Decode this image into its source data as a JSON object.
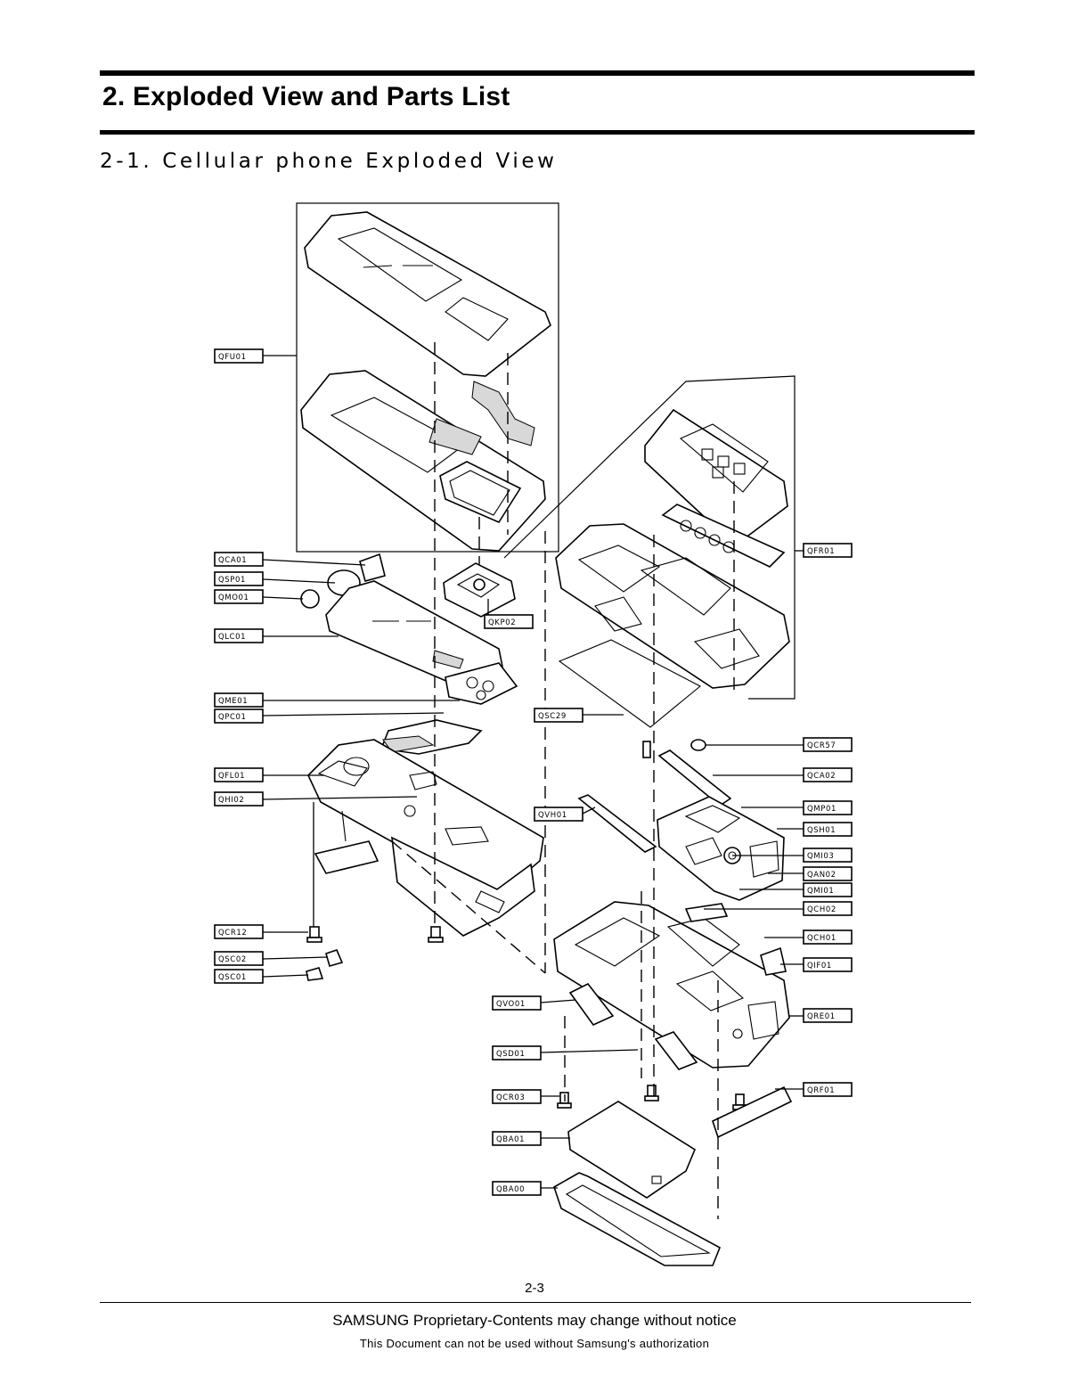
{
  "header": {
    "section_title": "2. Exploded View and Parts List",
    "subsection_title": "2-1. Cellular phone Exploded View"
  },
  "callouts": [
    "QFU01",
    "QCA01",
    "QSP01",
    "QMO01",
    "QLC01",
    "QME01",
    "QPC01",
    "QFL01",
    "QHI02",
    "QCR12",
    "QSC02",
    "QSC01",
    "QKP02",
    "QSC29",
    "QVH01",
    "QVO01",
    "QSD01",
    "QCR03",
    "QBA01",
    "QBA00",
    "QFR01",
    "QCR57",
    "QCA02",
    "QMP01",
    "QSH01",
    "QMI03",
    "QAN02",
    "QMI01",
    "QCH02",
    "QCH01",
    "QIF01",
    "QRE01",
    "QRF01"
  ],
  "footer": {
    "page_number": "2-3",
    "line1": "SAMSUNG Proprietary-Contents may change without notice",
    "line2": "This Document can not be used without Samsung's authorization"
  }
}
